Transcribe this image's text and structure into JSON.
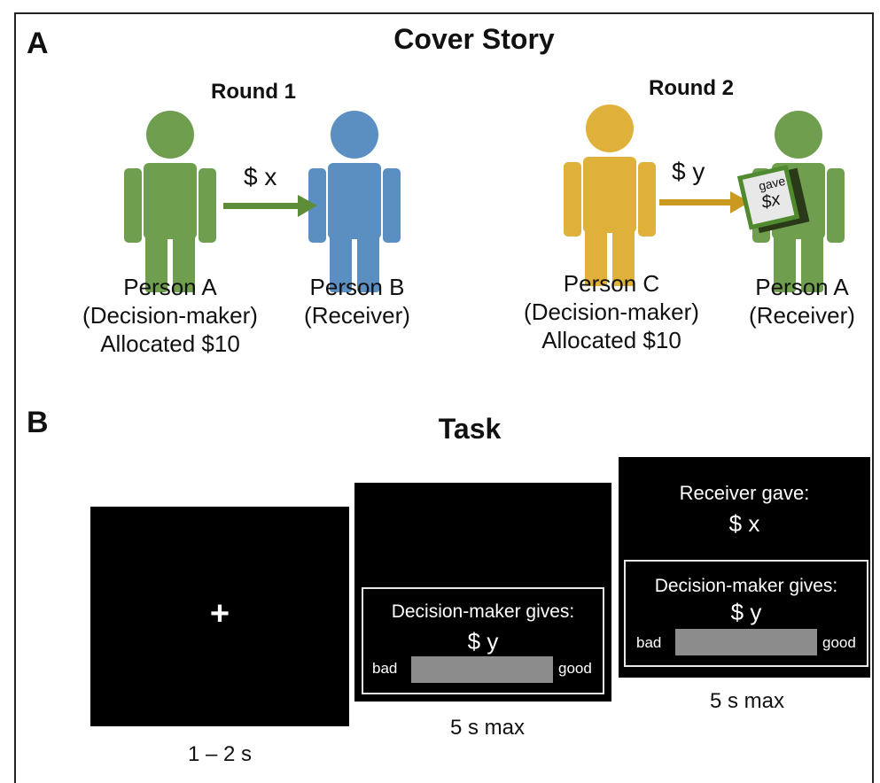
{
  "panel_a": {
    "letter": "A",
    "title": "Cover Story",
    "round1": {
      "label": "Round 1",
      "amount": "$ x",
      "giver": {
        "name": "Person A",
        "role": "(Decision-maker)",
        "note": "Allocated $10",
        "color": "#6f9f4e"
      },
      "receiver": {
        "name": "Person B",
        "role": "(Receiver)",
        "color": "#5b8fc2"
      },
      "arrow_color": "#5e8d3a"
    },
    "round2": {
      "label": "Round 2",
      "amount": "$ y",
      "giver": {
        "name": "Person C",
        "role": "(Decision-maker)",
        "note": "Allocated $10",
        "color": "#e0b13a"
      },
      "receiver": {
        "name": "Person A",
        "role": "(Receiver)",
        "color": "#6f9f4e"
      },
      "arrow_color": "#c99a1f",
      "sign_line1": "gave",
      "sign_line2": "$x"
    }
  },
  "panel_b": {
    "letter": "B",
    "title": "Task",
    "screen1": {
      "symbol": "+",
      "timing": "1 – 2 s"
    },
    "screen2": {
      "prompt": "Decision-maker gives:",
      "amount": "$ y",
      "left": "bad",
      "right": "good",
      "timing": "5 s max"
    },
    "screen3": {
      "header": "Receiver gave:",
      "header_amount": "$ x",
      "prompt": "Decision-maker gives:",
      "amount": "$ y",
      "left": "bad",
      "right": "good",
      "timing": "5 s max"
    }
  }
}
